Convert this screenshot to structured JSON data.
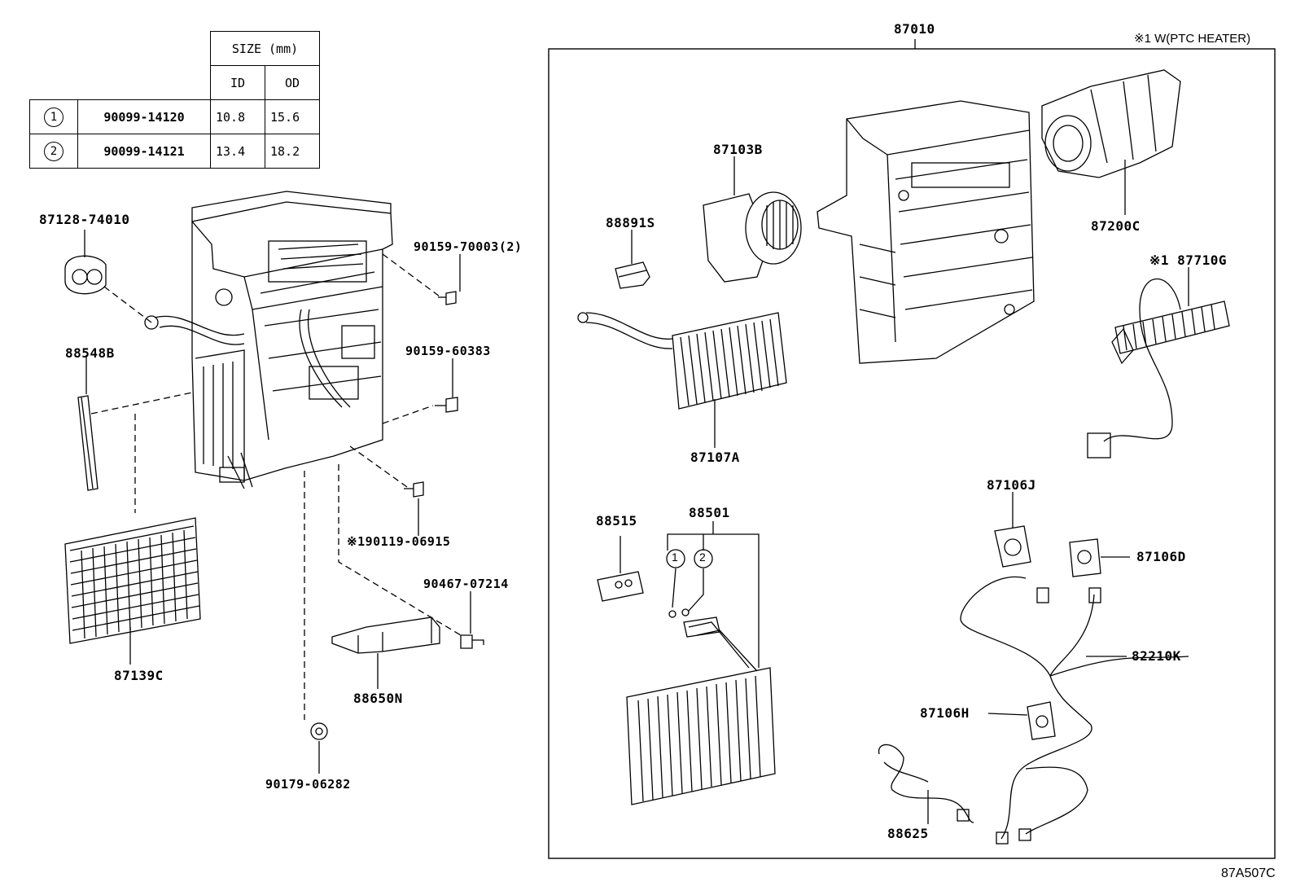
{
  "size_table": {
    "header": "SIZE (mm)",
    "col_id": "ID",
    "col_od": "OD",
    "rows": [
      {
        "index": "1",
        "part_no": "90099-14120",
        "id": "10.8",
        "od": "15.6"
      },
      {
        "index": "2",
        "part_no": "90099-14121",
        "id": "13.4",
        "od": "18.2"
      }
    ]
  },
  "assembly_label": "87010",
  "note": "※1 W(PTC HEATER)",
  "diagram_code": "87A507C",
  "labels": {
    "p87128": "87128-74010",
    "p90159a": "90159-70003(2)",
    "p88548": "88548B",
    "p90159b": "90159-60383",
    "p90119": "※190119-06915",
    "p90467": "90467-07214",
    "p87139": "87139C",
    "p88650": "88650N",
    "p90179": "90179-06282",
    "p87103": "87103B",
    "p88891": "88891S",
    "p87107": "87107A",
    "p87200": "87200C",
    "p87710": "※1 87710G",
    "p87106j": "87106J",
    "p87106d": "87106D",
    "p82210": "82210K",
    "p87106h": "87106H",
    "p88515": "88515",
    "p88501": "88501",
    "p88625": "88625",
    "c1": "1",
    "c2": "2"
  }
}
